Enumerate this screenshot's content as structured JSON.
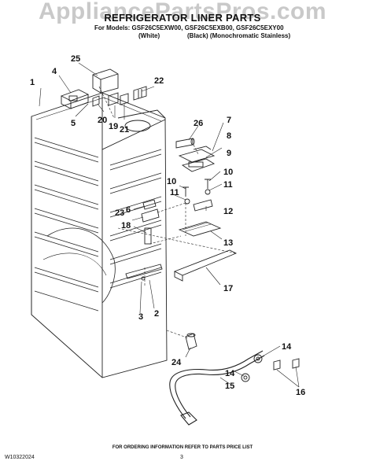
{
  "watermark": "AppliancePartsPros.com",
  "header": {
    "title": "REFRIGERATOR LINER PARTS",
    "models": "For Models: GSF26C5EXW00, GSF26C5EXB00, GSF26C5EXY00",
    "variant_white": "(White)",
    "variant_black": "(Black) (Monochromatic Stainless)"
  },
  "callouts": [
    "1",
    "2",
    "3",
    "4",
    "5",
    "6",
    "7",
    "8",
    "9",
    "10",
    "10",
    "11",
    "11",
    "12",
    "13",
    "14",
    "14",
    "15",
    "16",
    "17",
    "18",
    "19",
    "20",
    "21",
    "22",
    "23",
    "24",
    "25",
    "26"
  ],
  "footer": {
    "ordering_note": "FOR ORDERING INFORMATION REFER TO PARTS PRICE LIST",
    "doc_id": "W10322024",
    "page_number": "3"
  }
}
